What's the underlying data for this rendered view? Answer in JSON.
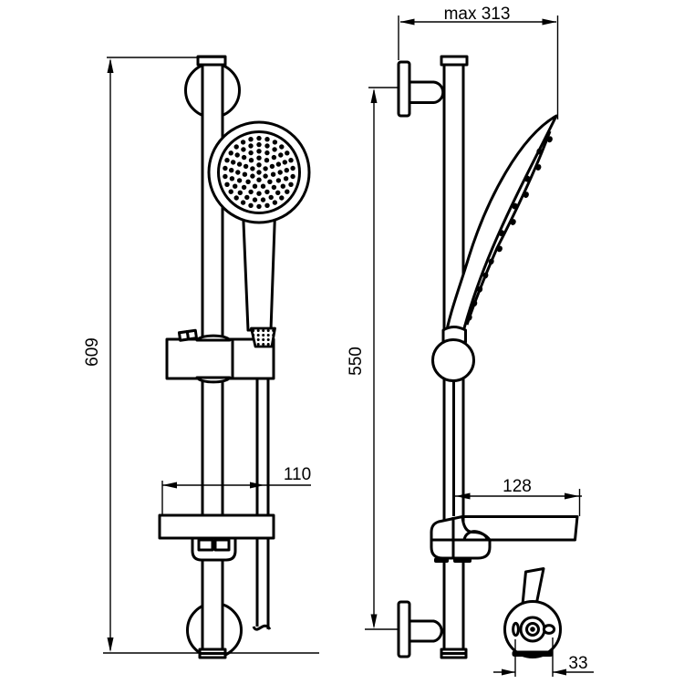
{
  "drawing": {
    "background_color": "#ffffff",
    "line_color": "#000000",
    "views": {
      "front": {
        "dims": {
          "rail_length": "609",
          "dish_offset": "110"
        }
      },
      "side": {
        "dims": {
          "max_reach": "max 313",
          "bracket_distance": "550",
          "dish_depth": "128"
        }
      },
      "detail": {
        "dims": {
          "slot_spacing": "33"
        }
      }
    }
  }
}
